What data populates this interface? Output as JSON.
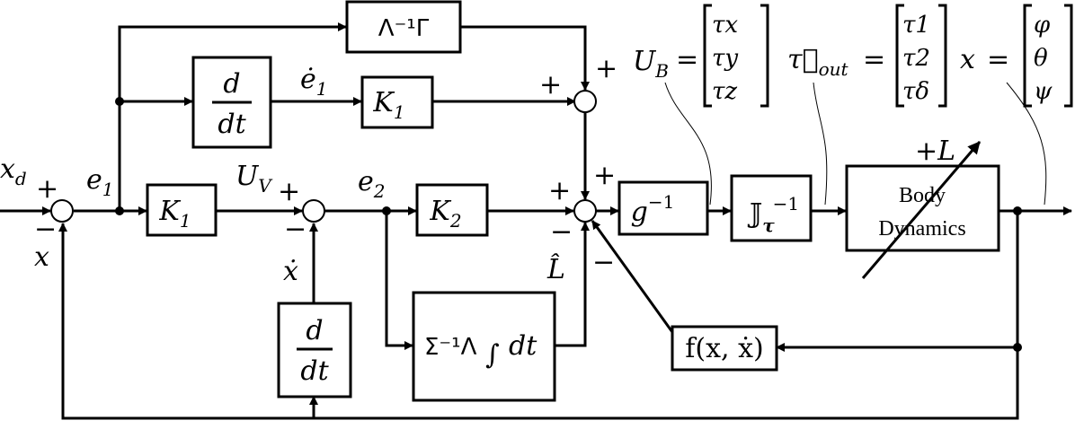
{
  "signals": {
    "xd": "x",
    "xd_sub": "d",
    "x_fb": "x",
    "e1": "e",
    "e1_sub": "1",
    "e1dot": "ė",
    "e1dot_sub": "1",
    "uv": "U",
    "uv_sub": "V",
    "e2": "e",
    "e2_sub": "2",
    "xdot": "ẋ",
    "lhat": "L̂",
    "plus_l": "+L"
  },
  "signs": {
    "s1_plus": "+",
    "s1_minus": "−",
    "s2_plus": "+",
    "s2_minus": "−",
    "s3_plus_top": "+",
    "s3_plus_upper": "+",
    "s3_plus_mid": "+",
    "s3_plus_left": "+",
    "s3_minus_left": "−",
    "s3_minus_right": "−"
  },
  "blocks": {
    "lambda_gamma": "Λ⁻¹Γ",
    "deriv_num": "d",
    "deriv_den": "dt",
    "k1_upper": "K",
    "k1_upper_sub": "1",
    "k1_lower": "K",
    "k1_lower_sub": "1",
    "k2": "K",
    "k2_sub": "2",
    "ginv": "g",
    "ginv_sup": "−1",
    "jinv": "𝕁",
    "jinv_sub": "τ",
    "jinv_sup": "−1",
    "body_line1": "Body",
    "body_line2": "Dynamics",
    "sigma_int": "Σ⁻¹Λ",
    "sigma_int_sign": "∫",
    "sigma_int_dt": "dt",
    "deriv2_num": "d",
    "deriv2_den": "dt",
    "fx": "f(x, ẋ)"
  },
  "definitions": {
    "ub_lhs": "U",
    "ub_lhs_sub": "B",
    "ub_eq": "=",
    "ub_rows": [
      "τx",
      "τy",
      "τz"
    ],
    "tau_lhs": "τ⃗",
    "tau_lhs_sub": "out",
    "tau_eq": "=",
    "tau_rows": [
      "τ1",
      "τ2",
      "τδ"
    ],
    "x_lhs": "x",
    "x_eq": "=",
    "x_rows": [
      "φ",
      "θ",
      "ψ"
    ]
  }
}
